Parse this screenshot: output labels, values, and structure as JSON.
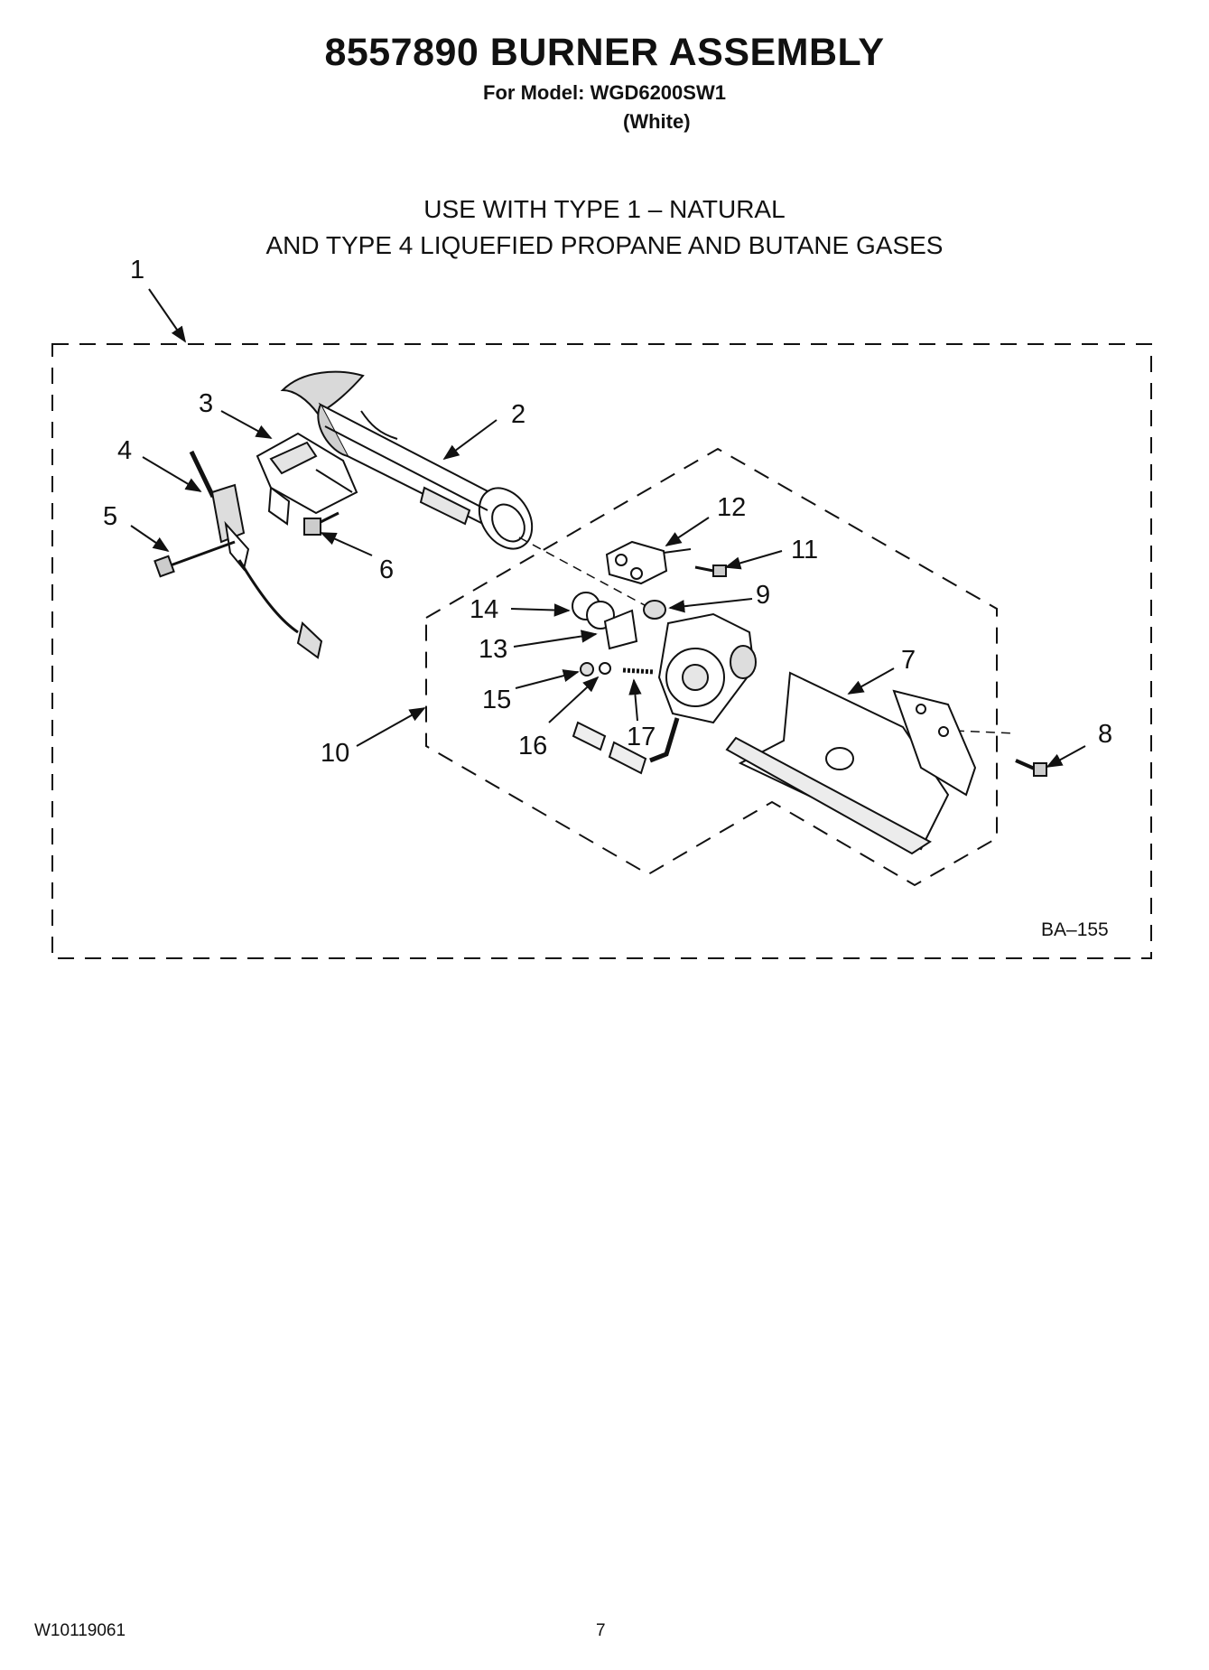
{
  "header": {
    "title": "8557890 BURNER ASSEMBLY",
    "model": "For Model: WGD6200SW1",
    "color": "(White)"
  },
  "usage": {
    "line1": "USE WITH TYPE 1 –  NATURAL",
    "line2": "AND TYPE 4    LIQUEFIED PROPANE AND BUTANE GASES"
  },
  "diagram": {
    "reference": "BA–155",
    "callouts": [
      {
        "label": "1",
        "part": "burner-assembly"
      },
      {
        "label": "2",
        "part": "burner-tube"
      },
      {
        "label": "3",
        "part": "igniter-bracket"
      },
      {
        "label": "4",
        "part": "igniter"
      },
      {
        "label": "5",
        "part": "igniter-screw"
      },
      {
        "label": "6",
        "part": "bracket-screw"
      },
      {
        "label": "7",
        "part": "valve-bracket"
      },
      {
        "label": "8",
        "part": "bracket-screw"
      },
      {
        "label": "9",
        "part": "orifice"
      },
      {
        "label": "10",
        "part": "gas-valve-assembly"
      },
      {
        "label": "11",
        "part": "screw"
      },
      {
        "label": "12",
        "part": "flame-sensor"
      },
      {
        "label": "13",
        "part": "valve-coil"
      },
      {
        "label": "14",
        "part": "valve-coil"
      },
      {
        "label": "15",
        "part": "nut"
      },
      {
        "label": "16",
        "part": "washer"
      },
      {
        "label": "17",
        "part": "spring"
      }
    ]
  },
  "footer": {
    "doc_number": "W10119061",
    "page": "7"
  }
}
